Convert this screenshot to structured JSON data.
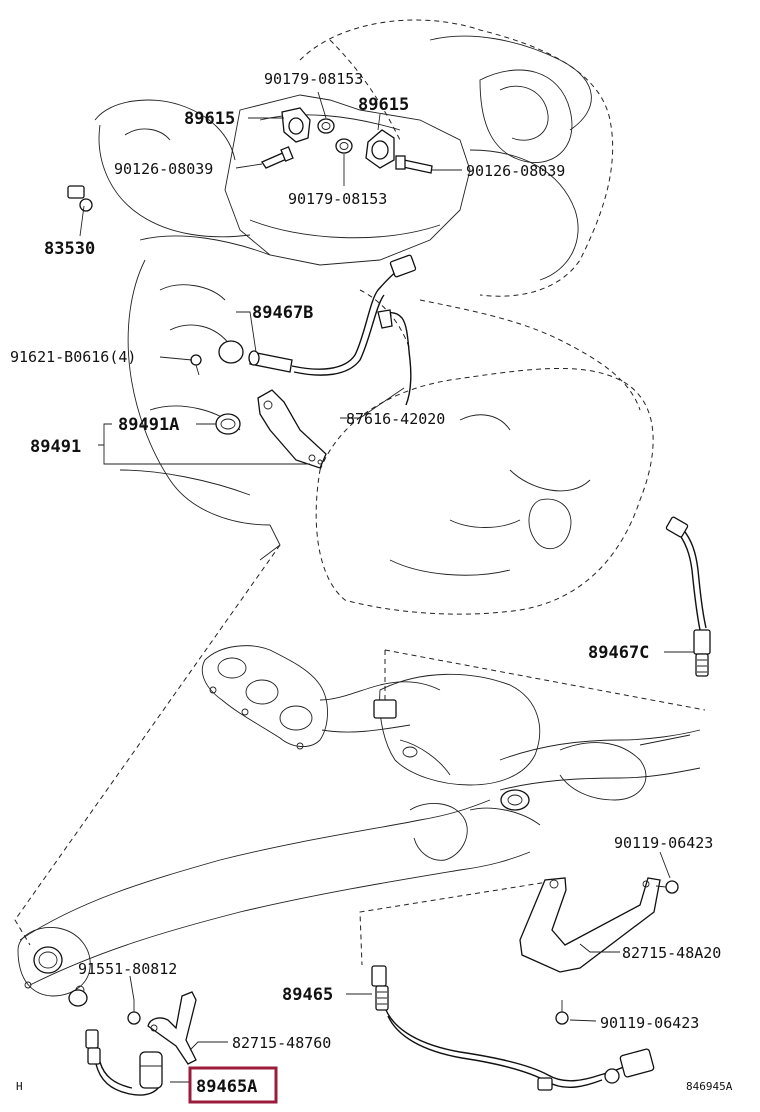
{
  "labels": {
    "p_90179_top": "90179-08153",
    "p_89615_left": "89615",
    "p_89615_right": "89615",
    "p_90126_left": "90126-08039",
    "p_90126_right": "90126-08039",
    "p_90179_bottom": "90179-08153",
    "p_83530": "83530",
    "p_89467B": "89467B",
    "p_91621": "91621-B0616(4)",
    "p_89491A": "89491A",
    "p_89491": "89491",
    "p_87616": "87616-42020",
    "p_89467C": "89467C",
    "p_90119_top": "90119-06423",
    "p_82715_48A20": "82715-48A20",
    "p_91551": "91551-80812",
    "p_89465": "89465",
    "p_90119_bottom": "90119-06423",
    "p_82715_48760": "82715-48760",
    "p_89465A": "89465A",
    "corner_h": "H",
    "diagram_id": "846945A"
  },
  "highlight_color": "#9b1b3a"
}
